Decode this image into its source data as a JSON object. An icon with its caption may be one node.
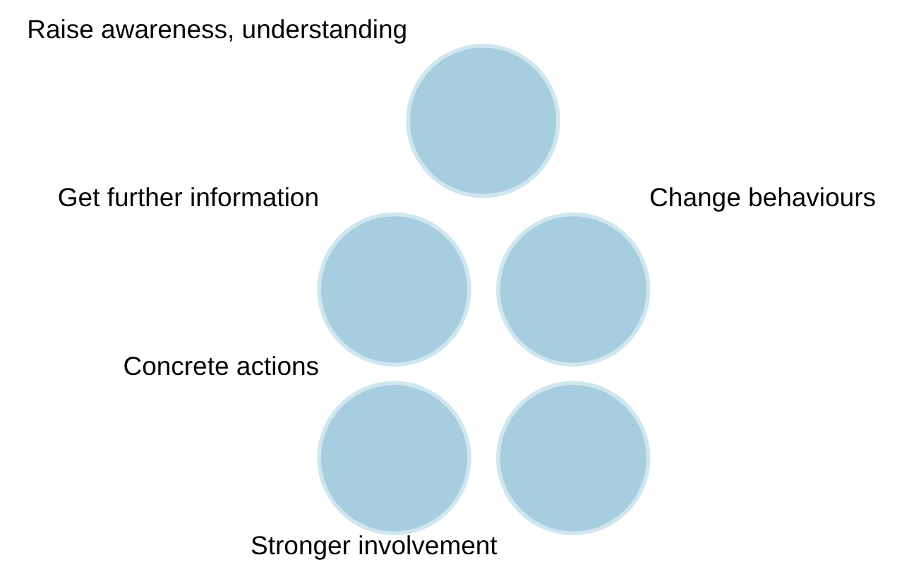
{
  "diagram": {
    "nodes": [
      {
        "text": [
          "Raise awareness, understanding"
        ]
      },
      {
        "text": [
          "Get further information"
        ]
      },
      {
        "text": [
          "Change behaviours"
        ]
      },
      {
        "text": [
          "Concrete actions"
        ]
      },
      {
        "text": [
          "Stronger involvement"
        ]
      }
    ]
  }
}
